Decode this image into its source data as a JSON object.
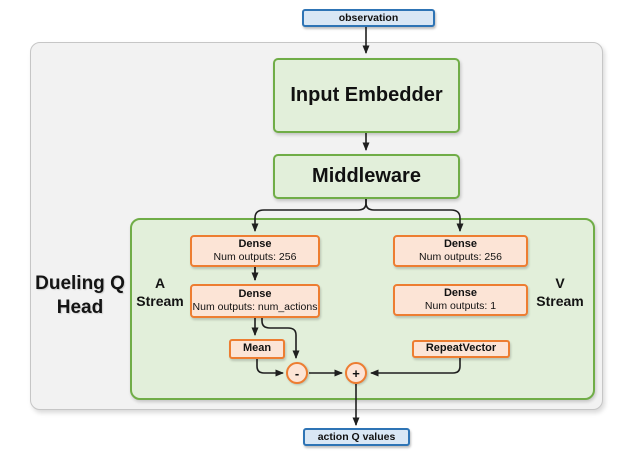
{
  "diagram": {
    "input_node": "observation",
    "output_node": "action Q values",
    "input_embedder": "Input Embedder",
    "middleware": "Middleware",
    "head_label_line1": "Dueling Q",
    "head_label_line2": "Head",
    "a_stream": {
      "label_line1": "A",
      "label_line2": "Stream",
      "dense1": {
        "title": "Dense",
        "subtitle": "Num outputs: 256"
      },
      "dense2": {
        "title": "Dense",
        "subtitle": "Num outputs: num_actions"
      },
      "mean": "Mean"
    },
    "v_stream": {
      "label_line1": "V",
      "label_line2": "Stream",
      "dense1": {
        "title": "Dense",
        "subtitle": "Num outputs: 256"
      },
      "dense2": {
        "title": "Dense",
        "subtitle": "Num outputs: 1"
      },
      "repeat_vector": "RepeatVector"
    },
    "operators": {
      "subtract": "-",
      "add": "+"
    },
    "colors": {
      "green_fill": "#e2efda",
      "green_border": "#70ad47",
      "orange_fill": "#fce4d6",
      "orange_border": "#ed7d31",
      "blue_fill": "#d9e7f5",
      "blue_border": "#2e74b5",
      "container_fill": "#f2f2f2",
      "container_border": "#c6c6c6",
      "arrow": "#1f1f1f"
    }
  }
}
